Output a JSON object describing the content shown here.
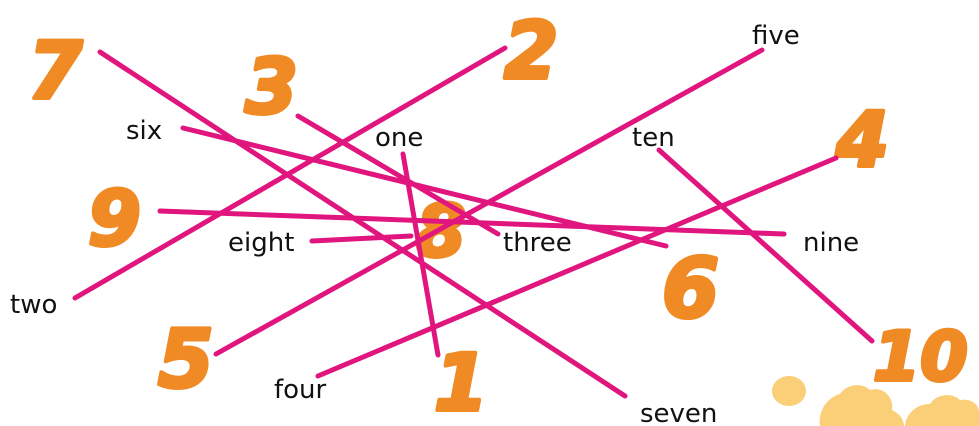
{
  "numbers": {
    "n1": "1",
    "n2": "2",
    "n3": "3",
    "n4": "4",
    "n5": "5",
    "n6": "6",
    "n7": "7",
    "n8": "8",
    "n9": "9",
    "n10": "10"
  },
  "words": {
    "one": "one",
    "two": "two",
    "three": "three",
    "four": "four",
    "five": "five",
    "six": "six",
    "seven": "seven",
    "eight": "eight",
    "nine": "nine",
    "ten": "ten"
  },
  "colors": {
    "numbers": "#f08a24",
    "lines": "#e0157e",
    "words": "#111111",
    "decoration": "#fbcf78"
  }
}
